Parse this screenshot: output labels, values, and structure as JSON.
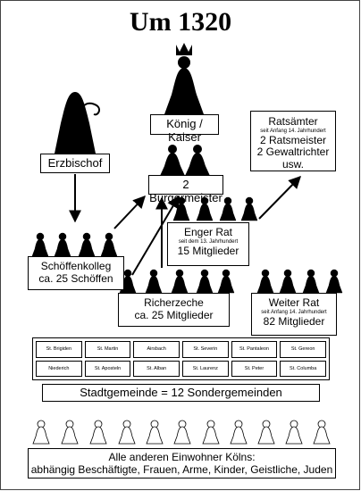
{
  "title": "Um 1320",
  "erzbischof": {
    "label": "Erzbischof"
  },
  "koenig": {
    "label": "König / Kaiser"
  },
  "buergermeister": {
    "label": "2 Bürgermeister"
  },
  "ratsaemter": {
    "title": "Ratsämter",
    "note": "seit Anfang 14. Jahrhundert",
    "line1": "2 Ratsmeister",
    "line2": "2 Gewaltrichter",
    "line3": "usw."
  },
  "enger_rat": {
    "title": "Enger Rat",
    "note": "seit dem 13. Jahrhundert",
    "members": "15 Mitglieder"
  },
  "schoeffen": {
    "line1": "Schöffenkolleg",
    "line2": "ca. 25 Schöffen"
  },
  "richerzeche": {
    "line1": "Richerzeche",
    "line2": "ca. 25 Mitglieder"
  },
  "weiter_rat": {
    "title": "Weiter Rat",
    "note": "seit Anfang 14. Jahrhundert",
    "members": "82 Mitglieder"
  },
  "sondergemeinden": [
    "St. Brigiden",
    "St. Martin",
    "Airsbach",
    "St. Severin",
    "St. Pantaleon",
    "St. Gereon",
    "Niederich",
    "St. Aposteln",
    "St. Alban",
    "St. Laurenz",
    "St. Peter",
    "St. Columba"
  ],
  "stadtgemeinde": {
    "label": "Stadtgemeinde = 12 Sondergemeinden"
  },
  "einwohner": {
    "line1": "Alle anderen Einwohner Kölns:",
    "line2": "abhängig Beschäftigte, Frauen, Arme,  Kinder, Geistliche, Juden"
  }
}
